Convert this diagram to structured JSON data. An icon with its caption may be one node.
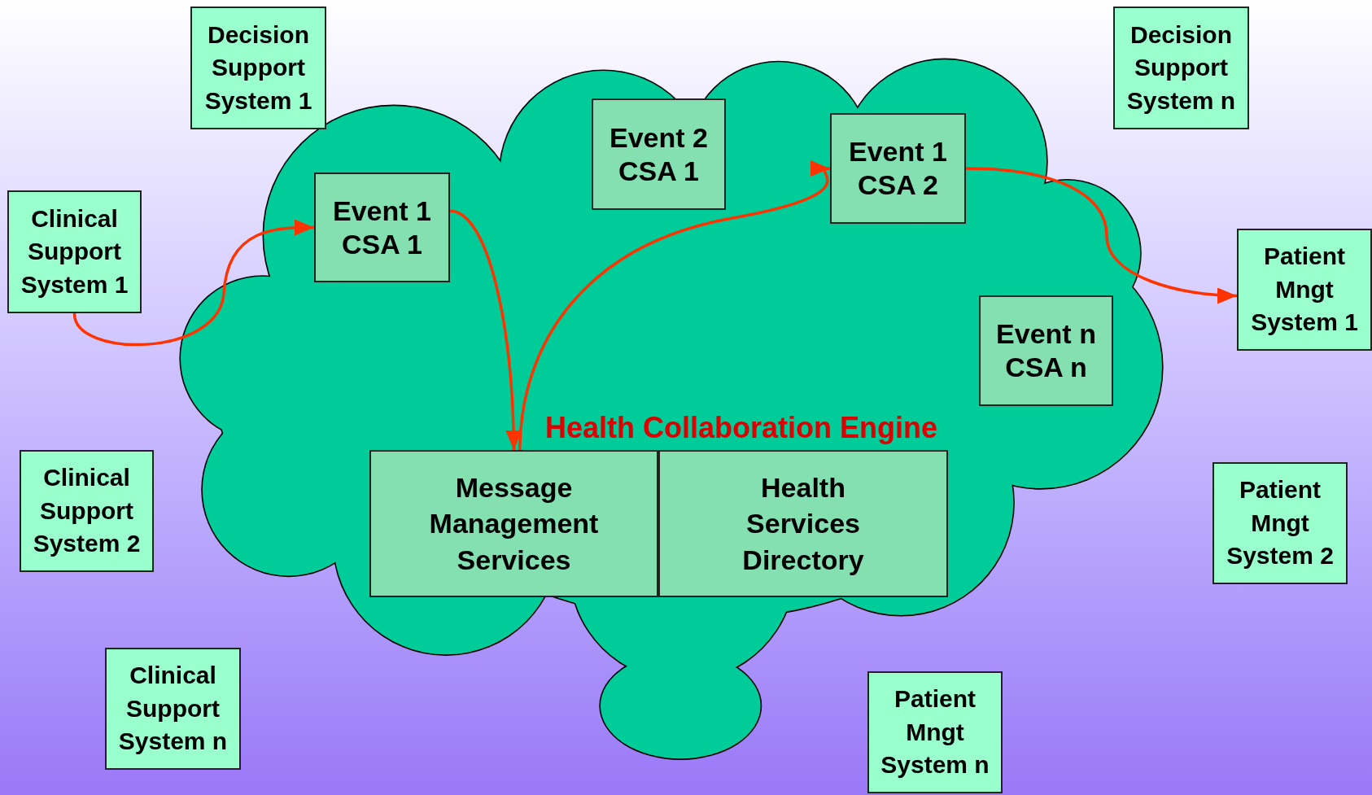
{
  "diagram": {
    "nodes": [
      {
        "text": [
          "Health Collaboration Engine"
        ]
      },
      {
        "text": [
          "Decision Support System 1"
        ]
      },
      {
        "text": [
          "Decision Support System n"
        ]
      },
      {
        "text": [
          "Clinical Support System 1"
        ]
      },
      {
        "text": [
          "Event 1 CSA 1"
        ],
        "in": 0
      },
      {
        "text": [
          "Event 2 CSA 1"
        ],
        "in": 0
      },
      {
        "text": [
          "Event 1 CSA 2"
        ],
        "in": 0
      },
      {
        "text": [
          "Patient Mngt System 1"
        ]
      },
      {
        "text": [
          "Event n CSA n"
        ],
        "in": 0
      },
      {
        "text": [
          "Clinical Support System 2"
        ]
      },
      {
        "text": [
          "Message Management Services"
        ],
        "in": 0
      },
      {
        "text": [
          "Health Services Directory"
        ],
        "in": 0
      },
      {
        "text": [
          "Patient Mngt System 2"
        ]
      },
      {
        "text": [
          "Clinical Support System n"
        ]
      },
      {
        "text": [
          "Patient Mngt System n"
        ]
      }
    ],
    "edges": [
      {
        "from": 3,
        "to": 4,
        "arrow": "to"
      },
      {
        "from": 4,
        "to": 10,
        "arrow": "to"
      },
      {
        "from": 10,
        "to": 6,
        "arrow": "to"
      },
      {
        "from": 6,
        "to": 7,
        "arrow": "to"
      }
    ]
  }
}
